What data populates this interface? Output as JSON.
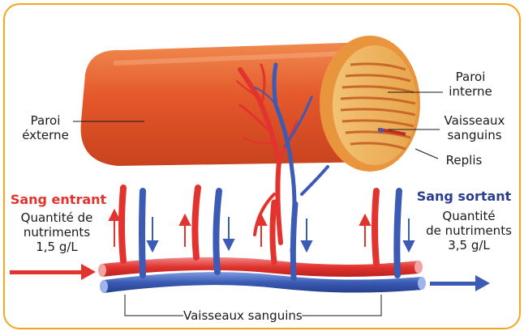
{
  "labels": {
    "paroi_externe": [
      "Paroi",
      "éxterne"
    ],
    "paroi_interne": [
      "Paroi",
      "interne"
    ],
    "vaisseaux_sanguins_right": [
      "Vaisseaux",
      "sanguins"
    ],
    "replis": "Replis",
    "sang_entrant": "Sang entrant",
    "sang_sortant": "Sang sortant",
    "quantite_entrant": [
      "Quantité de",
      "nutriments",
      "1,5 g/L"
    ],
    "quantite_sortant": [
      "Quantité",
      "de nutriments",
      "3,5 g/L"
    ],
    "vaisseaux_sanguins_bottom": "Vaisseaux sanguins"
  },
  "colors": {
    "border": "#f4a51c",
    "intestine": "#e8632a",
    "artery": "#e2332e",
    "vein": "#3b5bb5",
    "label_red": "#e2332e",
    "label_blue": "#283d8f"
  },
  "icons": [
    "arrow-in-icon",
    "arrow-out-icon",
    "flow-up-arrow-icon",
    "flow-down-arrow-icon"
  ]
}
